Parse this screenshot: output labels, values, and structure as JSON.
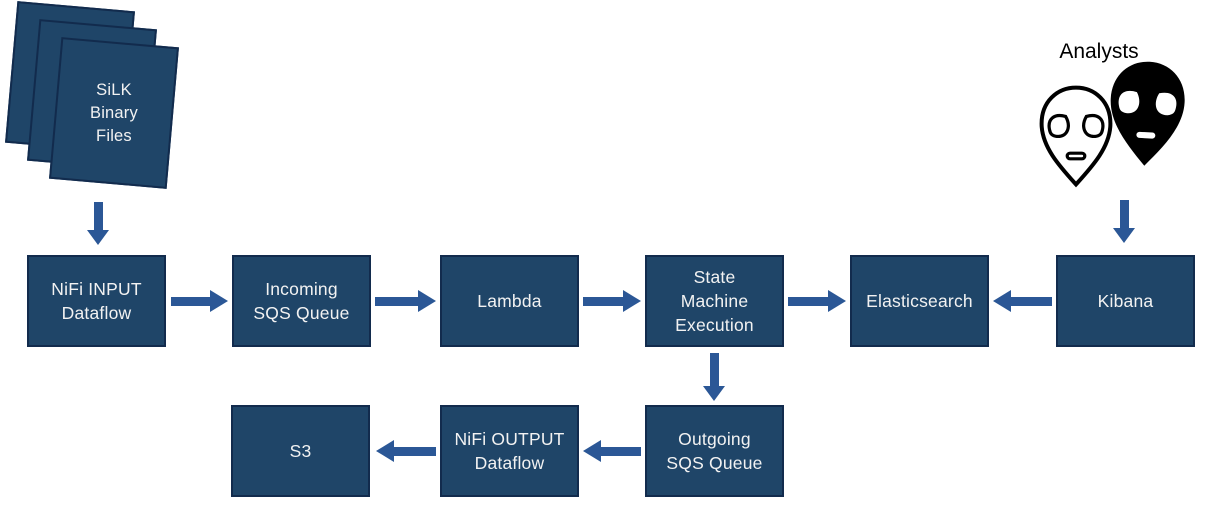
{
  "colors": {
    "node_fill": "#1F4568",
    "node_border": "#122B4D",
    "arrow": "#2B5796",
    "label": "#F2F2F2",
    "analysts": "#000000",
    "bg": "#FFFFFF"
  },
  "stack": {
    "label": "SiLK\nBinary\nFiles"
  },
  "analysts": {
    "label": "Analysts"
  },
  "nodes": [
    {
      "id": "nifi-input-dataflow",
      "label": "NiFi INPUT\nDataflow"
    },
    {
      "id": "incoming-sqs-queue",
      "label": "Incoming\nSQS Queue"
    },
    {
      "id": "lambda",
      "label": "Lambda"
    },
    {
      "id": "state-machine-execution",
      "label": "State\nMachine\nExecution"
    },
    {
      "id": "elasticsearch",
      "label": "Elasticsearch"
    },
    {
      "id": "kibana",
      "label": "Kibana"
    },
    {
      "id": "s3",
      "label": "S3"
    },
    {
      "id": "nifi-output-dataflow",
      "label": "NiFi OUTPUT\nDataflow"
    },
    {
      "id": "outgoing-sqs-queue",
      "label": "Outgoing\nSQS Queue"
    }
  ],
  "edges": [
    {
      "from": "silk-binary-files",
      "to": "nifi-input-dataflow",
      "direction": "down"
    },
    {
      "from": "nifi-input-dataflow",
      "to": "incoming-sqs-queue",
      "direction": "right"
    },
    {
      "from": "incoming-sqs-queue",
      "to": "lambda",
      "direction": "right"
    },
    {
      "from": "lambda",
      "to": "state-machine-execution",
      "direction": "right"
    },
    {
      "from": "state-machine-execution",
      "to": "elasticsearch",
      "direction": "right"
    },
    {
      "from": "kibana",
      "to": "elasticsearch",
      "direction": "left"
    },
    {
      "from": "analysts",
      "to": "kibana",
      "direction": "down"
    },
    {
      "from": "state-machine-execution",
      "to": "outgoing-sqs-queue",
      "direction": "down"
    },
    {
      "from": "outgoing-sqs-queue",
      "to": "nifi-output-dataflow",
      "direction": "left"
    },
    {
      "from": "nifi-output-dataflow",
      "to": "s3",
      "direction": "left"
    }
  ]
}
